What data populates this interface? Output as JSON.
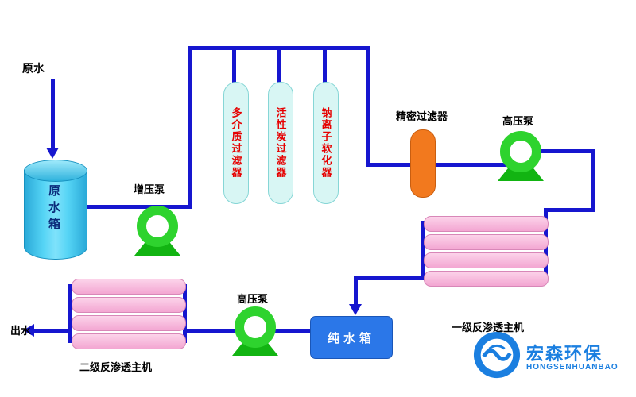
{
  "labels": {
    "raw_water": "原水",
    "raw_water_tank": "原水箱",
    "booster_pump": "增压泵",
    "filter_multimedia": "多介质过滤器",
    "filter_carbon": "活性炭过滤器",
    "filter_softener": "钠离子软化器",
    "precision_filter": "精密过滤器",
    "hp_pump1": "高压泵",
    "ro_stage1": "一级反渗透主机",
    "pure_water_tank": "纯水箱",
    "hp_pump2": "高压泵",
    "ro_stage2": "二级反渗透主机",
    "water_out": "出水",
    "logo_cn": "宏森环保",
    "logo_en": "HONGSENHUANBAO"
  },
  "colors": {
    "pipe": "#1616cf",
    "tank_cyan": "#3fc6ee",
    "filter_fill": "#d8f6f4",
    "filter_text_red": "#e60000",
    "precision_orange": "#f2791e",
    "pump_green": "#2ed32e",
    "membrane_pink": "#f3a6d2",
    "pure_tank_blue": "#2b77e8",
    "logo_blue": "#1b7fe0"
  }
}
